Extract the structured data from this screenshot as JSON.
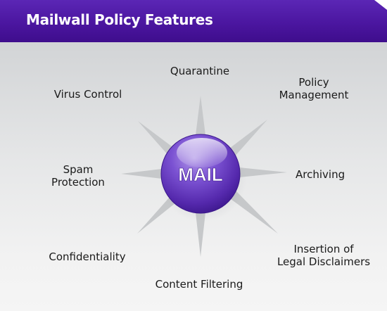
{
  "header": {
    "title": "Mailwall Policy Features"
  },
  "hub": {
    "label": "MAIL"
  },
  "features": {
    "quarantine": "Quarantine",
    "policy_management": "Policy\nManagement",
    "archiving": "Archiving",
    "legal_disclaimers": "Insertion of\nLegal Disclaimers",
    "content_filtering": "Content Filtering",
    "confidentiality": "Confidentiality",
    "spam_protection": "Spam\nProtection",
    "virus_control": "Virus Control"
  },
  "colors": {
    "header_purple": "#4b16a0",
    "hub_purple": "#6a3fc8",
    "hub_text": "#ffffff",
    "ray": "#c6c8ca",
    "label_text": "#1a1a1a"
  }
}
